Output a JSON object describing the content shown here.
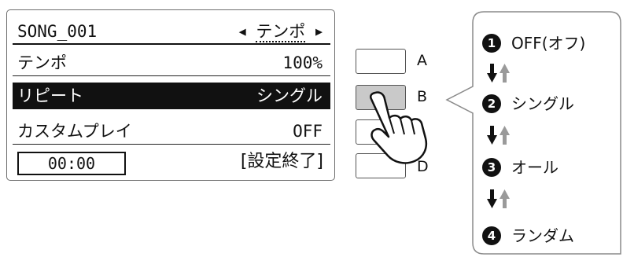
{
  "lcd": {
    "song_name": "SONG_001",
    "header_param": "テンポ",
    "tempo_label": "テンポ",
    "tempo_value": "100%",
    "repeat_label": "リピート",
    "repeat_value": "シングル",
    "custom_label": "カスタムプレイ",
    "custom_value": "OFF",
    "time": "00:00",
    "settings_done": "[設定終了]"
  },
  "buttons": {
    "a": "A",
    "b": "B",
    "d": "D"
  },
  "options": [
    {
      "num": "1",
      "label": "OFF(オフ)"
    },
    {
      "num": "2",
      "label": "シングル"
    },
    {
      "num": "3",
      "label": "オール"
    },
    {
      "num": "4",
      "label": "ランダム"
    }
  ],
  "colors": {
    "arrow_down": "#111111",
    "arrow_up": "#9a9a9a",
    "highlight": "#111111",
    "pressed_button": "#c9c9c9"
  },
  "icons": [
    "hand-press-icon",
    "left-triangle-icon",
    "right-triangle-icon",
    "down-arrow-icon",
    "up-arrow-icon"
  ]
}
